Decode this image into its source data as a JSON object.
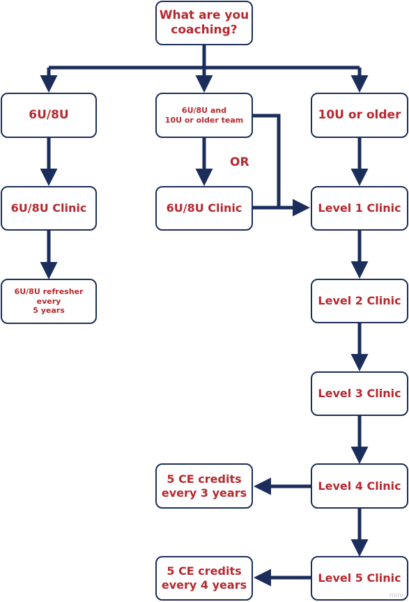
{
  "nodes": {
    "start": {
      "label_line1": "What are you",
      "label_line2": "coaching?"
    },
    "six_eight": {
      "label": "6U/8U"
    },
    "combined_team": {
      "label_line1": "6U/8U  and",
      "label_line2": "10U or older team"
    },
    "ten_older": {
      "label": "10U or older"
    },
    "six_eight_clinic_left": {
      "label": "6U/8U Clinic"
    },
    "six_eight_clinic_mid": {
      "label": "6U/8U Clinic"
    },
    "level1": {
      "label": "Level 1 Clinic"
    },
    "refresher": {
      "label_line1": "6U/8U refresher every",
      "label_line2": "5 years"
    },
    "level2": {
      "label": "Level 2 Clinic"
    },
    "level3": {
      "label": "Level 3 Clinic"
    },
    "level4": {
      "label": "Level 4 Clinic"
    },
    "ce3": {
      "label_line1": "5 CE credits",
      "label_line2": "every 3 years"
    },
    "level5": {
      "label": "Level 5 Clinic"
    },
    "ce4": {
      "label_line1": "5 CE credits",
      "label_line2": "every 4 years"
    }
  },
  "or_label": "OR",
  "watermark": "miro",
  "colors": {
    "text": "#b5282e",
    "line": "#1b2d5b",
    "background": "#ffffff"
  }
}
